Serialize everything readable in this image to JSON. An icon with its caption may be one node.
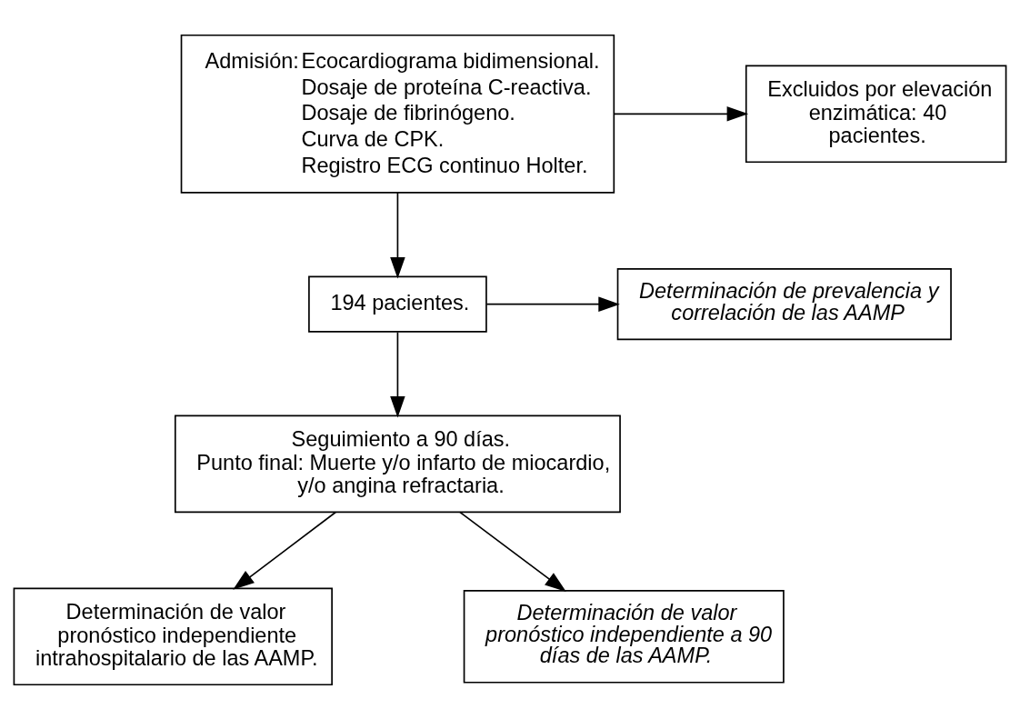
{
  "diagram": {
    "nodes": [
      {
        "text": [
          "Admisión:",
          "Ecocardiograma bidimensional.",
          "Dosaje de proteína C-reactiva.",
          "Dosaje de fibrinógeno.",
          "Curva de CPK.",
          "Registro ECG continuo Holter."
        ]
      },
      {
        "text": [
          "Excluidos por elevación enzimática: 40 pacientes."
        ]
      },
      {
        "text": [
          "194 pacientes."
        ]
      },
      {
        "text": [
          "Determinación de prevalencia y correlación de las AAMP"
        ]
      },
      {
        "text": [
          "Seguimiento a 90 días.",
          "Punto final: Muerte y/o infarto de miocardio, y/o angina refractaria."
        ]
      },
      {
        "text": [
          "Determinación de valor pronóstico independiente intrahospitalario de las AAMP."
        ]
      },
      {
        "text": [
          "Determinación de valor pronóstico independiente a 90 días de las AAMP."
        ]
      }
    ],
    "edges": [
      {
        "from": 0,
        "to": 1,
        "arrow": "to"
      },
      {
        "from": 0,
        "to": 2,
        "arrow": "to"
      },
      {
        "from": 2,
        "to": 3,
        "arrow": "to"
      },
      {
        "from": 2,
        "to": 4,
        "arrow": "to"
      },
      {
        "from": 4,
        "to": 5,
        "arrow": "to"
      },
      {
        "from": 4,
        "to": 6,
        "arrow": "to"
      }
    ]
  }
}
